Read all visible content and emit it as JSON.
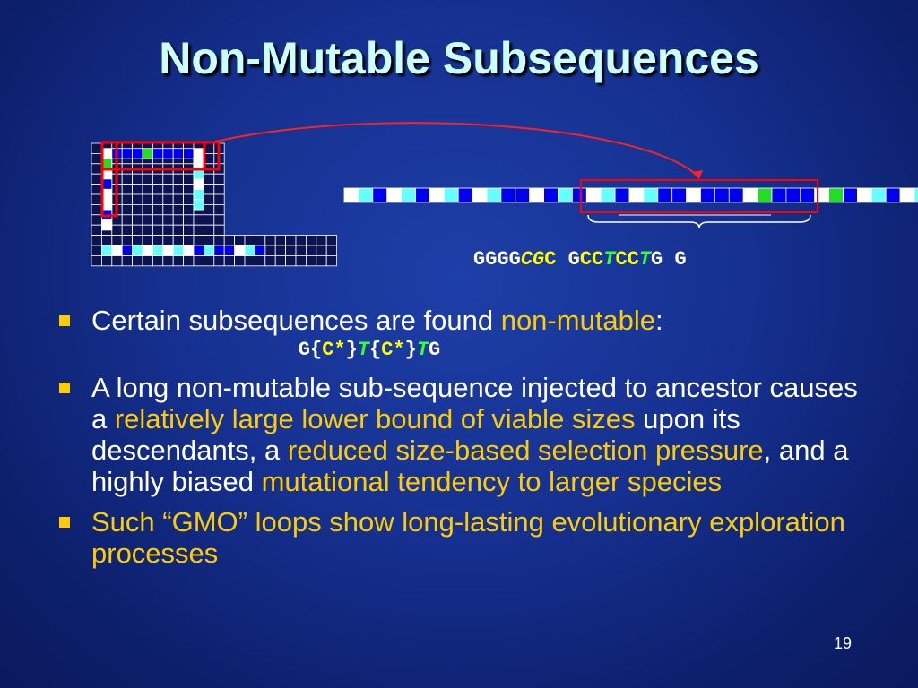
{
  "title": "Non-Mutable Subsequences",
  "sequence_label": {
    "part1_white": "GGGG",
    "part1_yellow": "CG",
    "part1_yellow2": "C",
    "part2_white": "G",
    "part2_yellow_a": "CC",
    "part2_green_a": "T",
    "part2_yellow_b": "CC",
    "part2_green_b": "T",
    "part2_white_b": "G",
    "part3_white": "G"
  },
  "bullets": [
    {
      "text_a": "Certain subsequences are found ",
      "highlight_a": "non-mutable",
      "text_b": ":"
    },
    {
      "text_a": "A long non-mutable sub-sequence injected to ancestor causes a ",
      "highlight_a": "relatively large lower bound of viable sizes",
      "text_b": " upon its descendants, a ",
      "highlight_b": "reduced size-based selection pressure",
      "text_c": ", and a highly biased ",
      "highlight_c": "mutational tendency to larger species"
    },
    {
      "highlight_a": "Such “GMO” loops show long-lasting evolutionary exploration processes"
    }
  ],
  "formula": {
    "g1": "G",
    "lb1": "{",
    "c1": "C*",
    "rb1": "}",
    "t1": "T",
    "lb2": "{",
    "c2": "C*",
    "rb2": "}",
    "t2": "T",
    "g2": "G"
  },
  "page_number": "19",
  "colors": {
    "title": "#ccffff",
    "highlight": "#ffcc00",
    "bullet_marker": "#ffcc00",
    "cell_dark": "#0b1450",
    "cell_blue": "#0000ee",
    "cell_cyan": "#66ffff",
    "cell_white": "#ffffff",
    "cell_green": "#22dd22",
    "highlight_box": "#ff0000"
  },
  "strip_cells": [
    "white",
    "cyan",
    "blue",
    "white",
    "cyan",
    "blue",
    "white",
    "cyan",
    "blue",
    "white",
    "cyan",
    "blue",
    "blue",
    "white",
    "blue",
    "cyan",
    "blue",
    "white",
    "cyan",
    "blue",
    "white",
    "cyan",
    "blue",
    "blue",
    "white",
    "blue",
    "blue",
    "blue",
    "white",
    "green",
    "blue",
    "blue",
    "blue",
    "white",
    "green",
    "blue",
    "white",
    "cyan",
    "blue",
    "white",
    "cyan",
    "blue"
  ],
  "grid_cells": {
    "top_row": [
      "white",
      "blue",
      "blue",
      "blue",
      "green",
      "blue",
      "blue",
      "blue",
      "blue",
      "white"
    ],
    "left_col": [
      "green",
      "white",
      "blue",
      "white",
      "white",
      "blue",
      "white"
    ],
    "inner_col": [
      "white",
      "cyan",
      "white",
      "cyan",
      "cyan"
    ],
    "bottom_row": [
      "cyan",
      "white",
      "blue",
      "cyan",
      "white",
      "cyan",
      "white",
      "cyan",
      "white",
      "blue",
      "cyan",
      "blue",
      "blue",
      "white",
      "cyan",
      "blue"
    ]
  }
}
